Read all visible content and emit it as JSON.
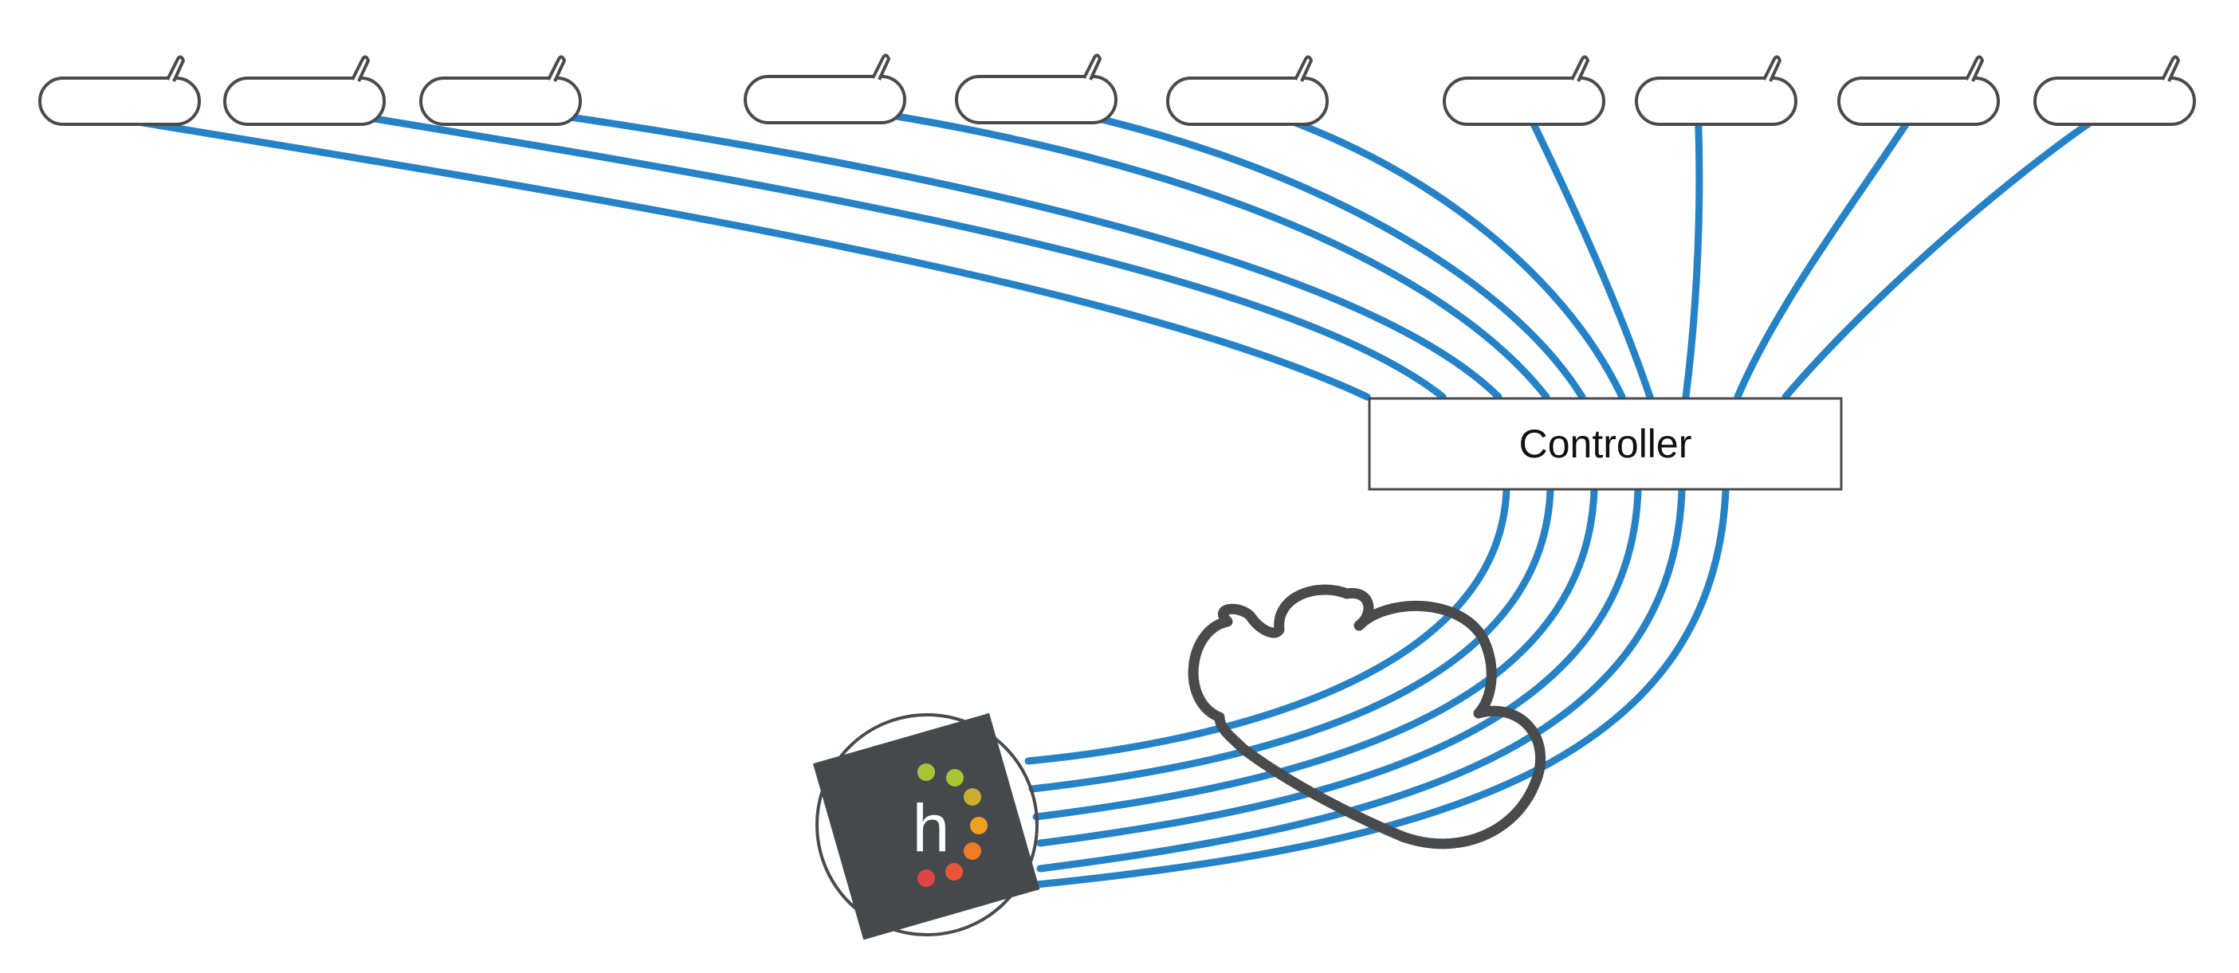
{
  "controller": {
    "label": "Controller"
  },
  "devices": {
    "count": 10,
    "icon": "ap-antenna-icon"
  },
  "cloud": {
    "icon": "cloud-icon"
  },
  "hub": {
    "icon": "hub-logo-icon",
    "letter": "h",
    "dot_colors": [
      "#a8c437",
      "#a8c437",
      "#c8b02e",
      "#f0a020",
      "#ef7b23",
      "#e8553a",
      "#e04545"
    ]
  },
  "colors": {
    "link": "#2582c6",
    "outline": "#484a4c",
    "hub_fill": "#46494b"
  }
}
